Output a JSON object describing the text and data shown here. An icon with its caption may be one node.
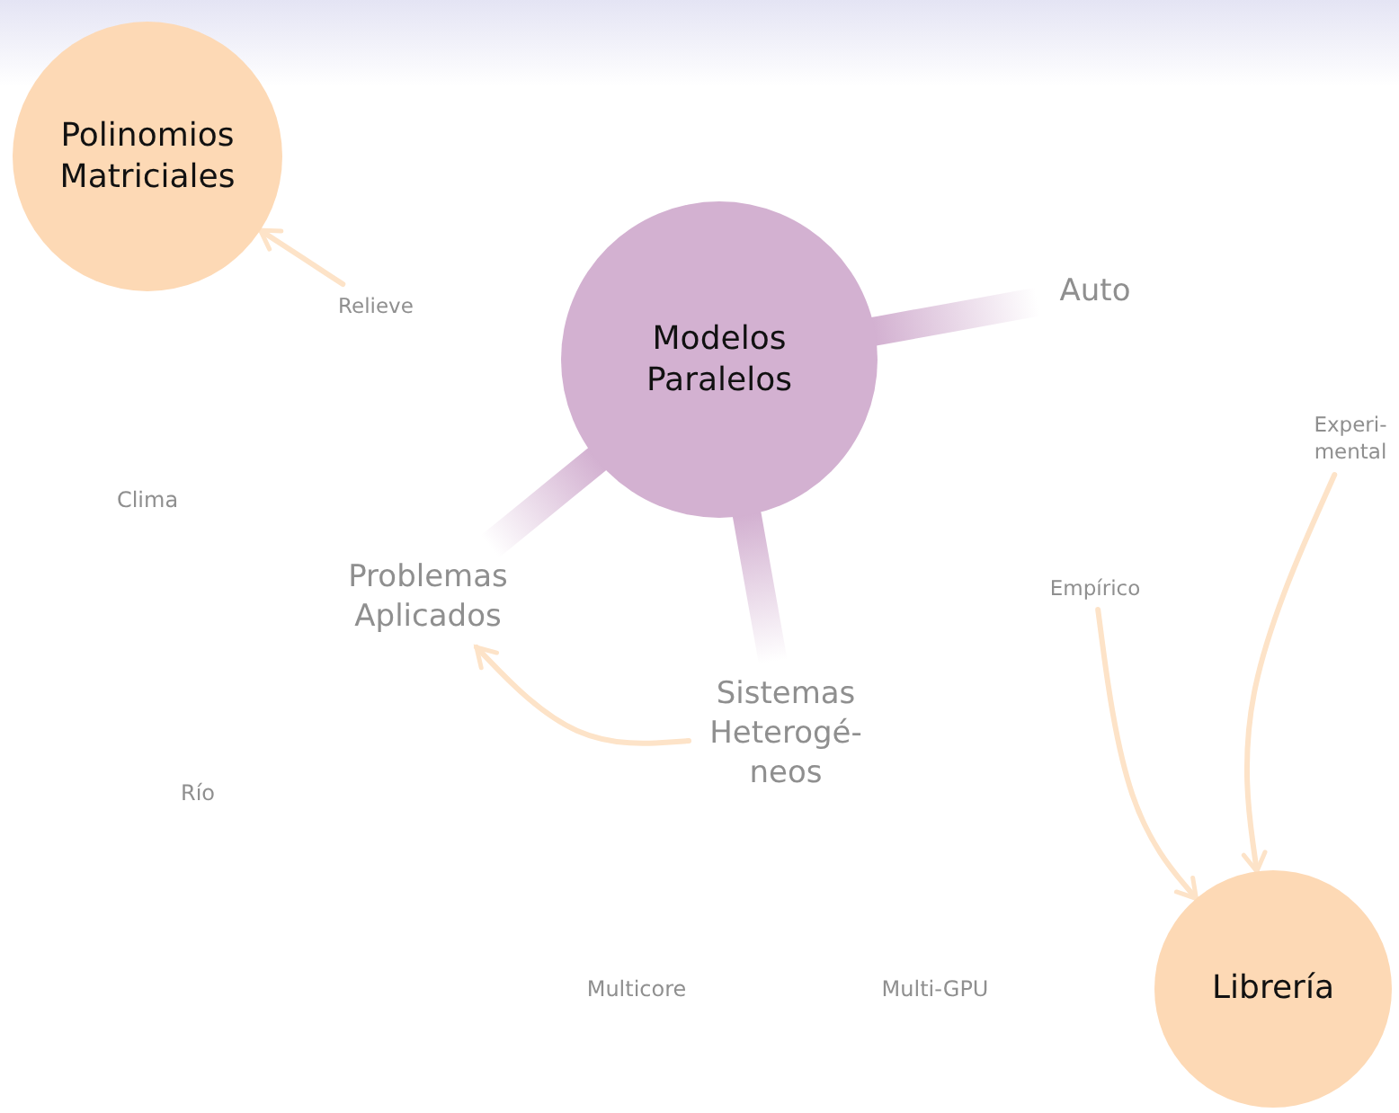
{
  "diagram": {
    "nodes": [
      {
        "text": [
          "Polinomios Matriciales"
        ]
      },
      {
        "text": [
          "Relieve"
        ]
      },
      {
        "text": [
          "Modelos Paralelos"
        ]
      },
      {
        "text": [
          "Auto"
        ]
      },
      {
        "text": [
          "Experi- mental"
        ]
      },
      {
        "text": [
          "Problemas Aplicados"
        ]
      },
      {
        "text": [
          "Empírico"
        ]
      },
      {
        "text": [
          "Sistemas Heterogé- neos"
        ]
      },
      {
        "text": [
          "Librería"
        ]
      }
    ],
    "edges": [
      {
        "from": 1,
        "to": 0,
        "arrow": "to"
      },
      {
        "from": 2,
        "to": 3,
        "arrow": "none",
        "style": "thick",
        "color": "#d3b1d1"
      },
      {
        "from": 2,
        "to": 5,
        "arrow": "none",
        "style": "thick",
        "color": "#d3b1d1"
      },
      {
        "from": 2,
        "to": 7,
        "arrow": "none",
        "style": "thick",
        "color": "#d3b1d1"
      },
      {
        "from": 7,
        "to": 5,
        "arrow": "to"
      },
      {
        "from": 6,
        "to": 8,
        "arrow": "to"
      },
      {
        "from": 4,
        "to": 8,
        "arrow": "to"
      }
    ],
    "labels": [
      "Clima",
      "Río",
      "Multicore",
      "Multi-GPU"
    ]
  }
}
